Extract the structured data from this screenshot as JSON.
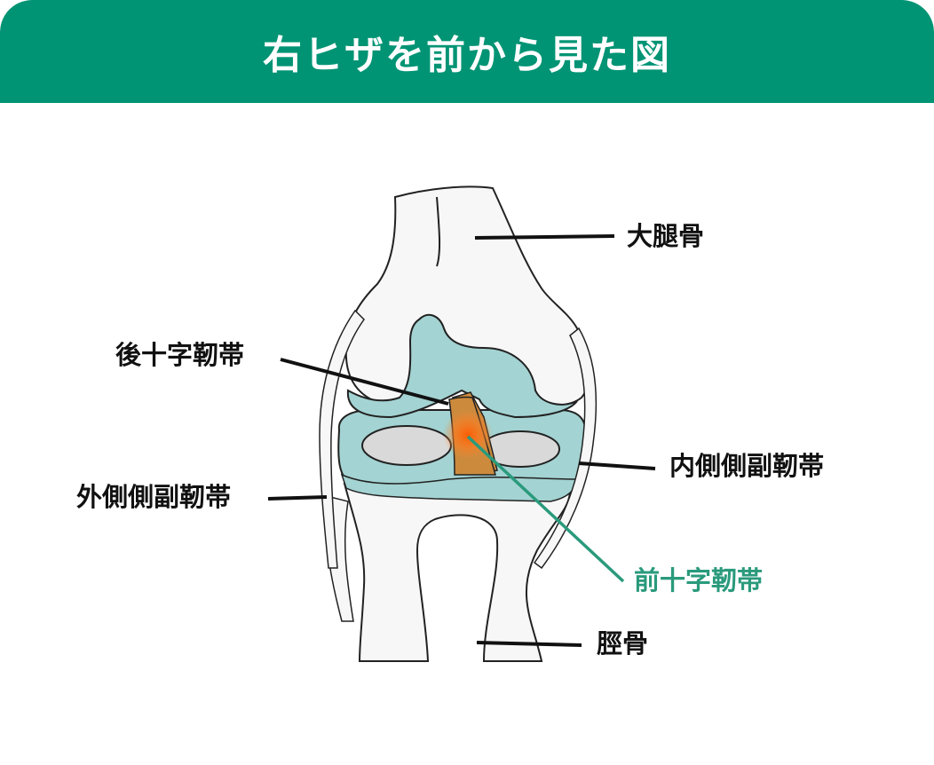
{
  "title": "右ヒザを前から見た図",
  "labels": {
    "femur": "大腿骨",
    "pcl": "後十字靭帯",
    "mcl": "内側側副靭帯",
    "lcl": "外側側副靭帯",
    "acl": "前十字靭帯",
    "tibia": "脛骨"
  },
  "colors": {
    "header": "#009474",
    "highlight": "#2a9a7c",
    "cartilage": "#a3d3d2",
    "ligament": "#cc8a3d",
    "ligament_glow": "#ff6a10",
    "bone": "#f7f7f7",
    "outline": "#222222",
    "text": "#111111"
  }
}
